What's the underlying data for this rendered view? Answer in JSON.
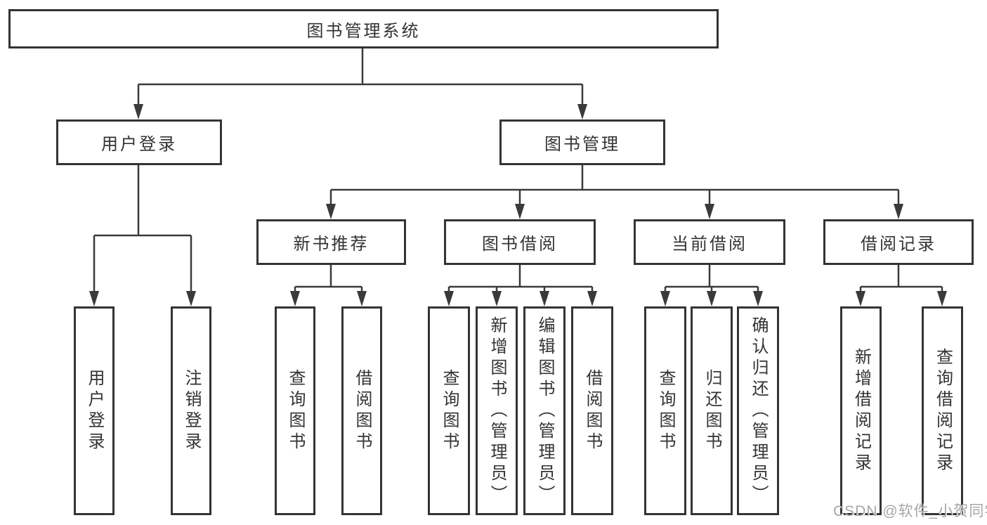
{
  "page": {
    "background": "#FFFFFF"
  },
  "colors": {
    "line": "#3A3A3A",
    "box_border": "#343434",
    "box_fill": "#FFFFFF",
    "text": "#333333",
    "watermark": "#A6A6A6"
  },
  "diagram": {
    "type": "hierarchy-tree",
    "root_label": "图书管理系统",
    "branches": [
      {
        "label": "用户登录",
        "children": [
          "用户登录",
          "注销登录"
        ]
      },
      {
        "label": "图书管理",
        "sections": [
          {
            "label": "新书推荐",
            "children": [
              "查询图书",
              "借阅图书"
            ]
          },
          {
            "label": "图书借阅",
            "children": [
              "查询图书",
              "新增图书（管理员）",
              "编辑图书（管理员）",
              "借阅图书"
            ]
          },
          {
            "label": "当前借阅",
            "children": [
              "查询图书",
              "归还图书",
              "确认归还（管理员）"
            ]
          },
          {
            "label": "借阅记录",
            "children": [
              "新增借阅记录",
              "查询借阅记录"
            ]
          }
        ]
      }
    ]
  },
  "watermark": {
    "text": "CSDN @软件_小贺同学"
  }
}
